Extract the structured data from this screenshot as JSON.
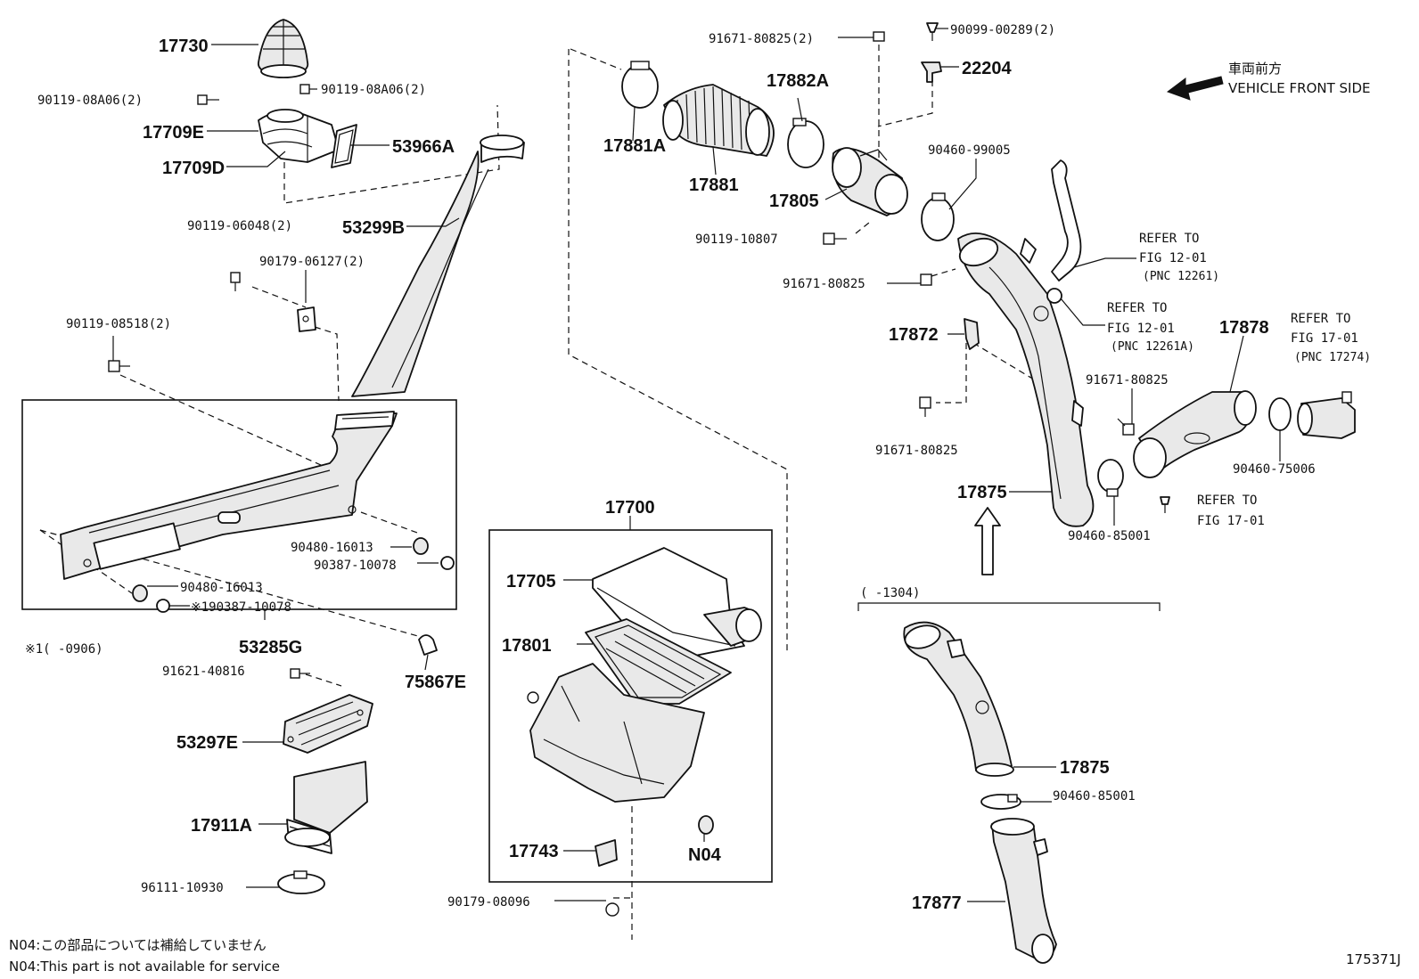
{
  "orientation": {
    "jp": "車両前方",
    "en": "VEHICLE FRONT SIDE"
  },
  "parts": {
    "p17730": "17730",
    "p90119_08A06_left": "90119-08A06(2)",
    "p90119_08A06_right": "90119-08A06(2)",
    "p17709E": "17709E",
    "p17709D": "17709D",
    "p53966A": "53966A",
    "p90119_06048": "90119-06048(2)",
    "p90179_06127": "90179-06127(2)",
    "p53299B": "53299B",
    "p90119_08518": "90119-08518(2)",
    "p90480_16013_a": "90480-16013",
    "p90387_10078_a": "90387-10078",
    "p90480_16013_b": "90480-16013",
    "p90387_10078_b": "※190387-10078",
    "p53285G": "53285G",
    "note_x1": "※1(     -0906)",
    "p75867E": "75867E",
    "p91621_40816": "91621-40816",
    "p53297E": "53297E",
    "p17911A": "17911A",
    "p96111_10930": "96111-10930",
    "p17700": "17700",
    "p17705": "17705",
    "p17801": "17801",
    "p17743": "17743",
    "pN04": "N04",
    "p90179_08096": "90179-08096",
    "p91671_80825_top": "91671-80825(2)",
    "p90099_00289": "90099-00289(2)",
    "p22204": "22204",
    "p17882A": "17882A",
    "p17881A": "17881A",
    "p17881": "17881",
    "p17805": "17805",
    "p90119_10807": "90119-10807",
    "p90460_99005": "90460-99005",
    "p91671_80825_mid": "91671-80825",
    "p17872": "17872",
    "p91671_80825_low": "91671-80825",
    "p91671_80825_right": "91671-80825",
    "p17875_main": "17875",
    "p90460_85001_main": "90460-85001",
    "p17878": "17878",
    "p90460_75006": "90460-75006",
    "p17875_alt": "17875",
    "p90460_85001_alt": "90460-85001",
    "p17877": "17877",
    "date_range": "(    -1304)"
  },
  "references": {
    "ref1": [
      "REFER TO",
      "FIG 12-01",
      "(PNC 12261)"
    ],
    "ref2": [
      "REFER TO",
      "FIG 12-01",
      "(PNC 12261A)"
    ],
    "ref3": [
      "REFER TO",
      "FIG 17-01",
      "(PNC 17274)"
    ],
    "ref4": [
      "REFER TO",
      "FIG 17-01"
    ]
  },
  "footer": {
    "note_jp": "N04:この部品については補給していません",
    "note_en": "N04:This part is not available for service",
    "figure_id": "175371J"
  }
}
